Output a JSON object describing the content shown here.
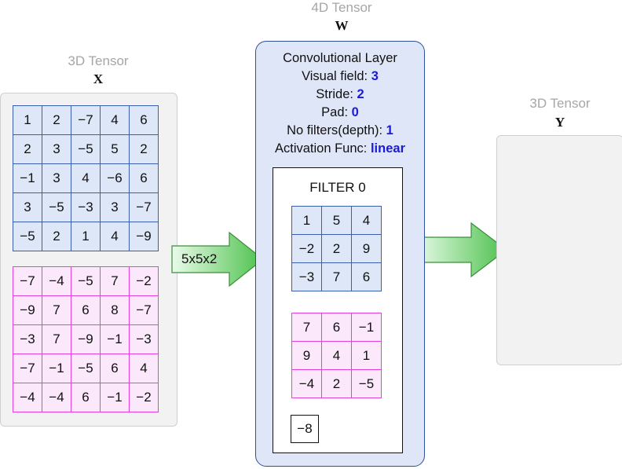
{
  "input": {
    "caption": "3D Tensor",
    "symbol": "X",
    "channels": [
      [
        [
          "1",
          "2",
          "−7",
          "4",
          "6"
        ],
        [
          "2",
          "3",
          "−5",
          "5",
          "2"
        ],
        [
          "−1",
          "3",
          "4",
          "−6",
          "6"
        ],
        [
          "3",
          "−5",
          "−3",
          "3",
          "−7"
        ],
        [
          "−5",
          "2",
          "1",
          "4",
          "−9"
        ]
      ],
      [
        [
          "−7",
          "−4",
          "−5",
          "7",
          "−2"
        ],
        [
          "−9",
          "7",
          "6",
          "8",
          "−7"
        ],
        [
          "−3",
          "7",
          "−9",
          "−1",
          "−3"
        ],
        [
          "−7",
          "−1",
          "−5",
          "6",
          "4"
        ],
        [
          "−4",
          "−4",
          "6",
          "−1",
          "−2"
        ]
      ]
    ]
  },
  "weights": {
    "caption": "4D Tensor",
    "symbol": "W"
  },
  "layer": {
    "title": "Convolutional Layer",
    "fields": [
      {
        "label": "Visual field: ",
        "value": "3"
      },
      {
        "label": "Stride: ",
        "value": "2"
      },
      {
        "label": "Pad: ",
        "value": "0"
      },
      {
        "label": "No filters(depth): ",
        "value": "1"
      },
      {
        "label": "Activation Func: ",
        "value": "linear"
      }
    ],
    "value_color": "#1a1ad8",
    "filter": {
      "title": "FILTER 0",
      "kernels": [
        [
          [
            "1",
            "5",
            "4"
          ],
          [
            "−2",
            "2",
            "9"
          ],
          [
            "−3",
            "7",
            "6"
          ]
        ],
        [
          [
            "7",
            "6",
            "−1"
          ],
          [
            "9",
            "4",
            "1"
          ],
          [
            "−4",
            "2",
            "−5"
          ]
        ]
      ],
      "bias": "−8"
    }
  },
  "input_arrow": {
    "label": "5x5x2"
  },
  "output": {
    "caption": "3D Tensor",
    "symbol": "Y"
  },
  "colors": {
    "channel_blue_fill": "#dde7f7",
    "channel_blue_border": "#3d5fb0",
    "channel_pink_fill": "#fbe9fb",
    "channel_pink_border": "#e23ee0",
    "arrow_green": "#4cc14c",
    "layer_fill": "#dfe6f8",
    "layer_border": "#2e4f9a"
  },
  "icons": [
    "right-arrow-icon"
  ]
}
